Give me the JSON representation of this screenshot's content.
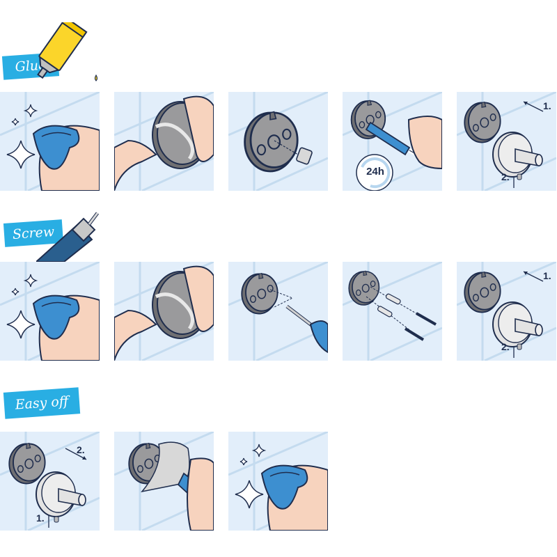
{
  "sections": [
    {
      "label": "Glue",
      "icon": "glue-tube-icon",
      "steps": [
        {
          "id": "clean-surface",
          "icon": "cloth-wipe-icon"
        },
        {
          "id": "remove-protective-film",
          "icon": "peel-film-icon"
        },
        {
          "id": "insert-adapter",
          "icon": "adapter-plug-icon"
        },
        {
          "id": "apply-glue-wait",
          "icon": "glue-syringe-icon",
          "badge": "24h"
        },
        {
          "id": "mount-fixture",
          "icon": "hook-mount-icon",
          "annotations": [
            "1.",
            "2."
          ]
        }
      ]
    },
    {
      "label": "Screw",
      "icon": "drill-icon",
      "steps": [
        {
          "id": "clean-surface",
          "icon": "cloth-wipe-icon"
        },
        {
          "id": "remove-protective-film",
          "icon": "peel-film-icon"
        },
        {
          "id": "drill-holes",
          "icon": "drill-bit-icon"
        },
        {
          "id": "insert-dowels-screws",
          "icon": "screws-dowels-icon"
        },
        {
          "id": "mount-fixture",
          "icon": "hook-mount-icon",
          "annotations": [
            "1.",
            "2."
          ]
        }
      ]
    },
    {
      "label": "Easy off",
      "icon": null,
      "steps": [
        {
          "id": "unmount-fixture",
          "icon": "hook-unmount-icon",
          "annotations": [
            "2.",
            "1."
          ]
        },
        {
          "id": "scrape-off-plate",
          "icon": "scraper-icon"
        },
        {
          "id": "clean-surface",
          "icon": "cloth-wipe-icon"
        }
      ]
    }
  ],
  "colors": {
    "label_bg": "#29aee3",
    "panel_bg": "#e2eefa",
    "tile_line": "#c4dbef",
    "outline": "#1f2d4d",
    "cloth": "#3d8fd0",
    "skin": "#f7d3be",
    "plate": "#9a9a9c",
    "hook": "#e3e3e3",
    "glue": "#fbd52a",
    "drill": "#2a5f8e"
  }
}
